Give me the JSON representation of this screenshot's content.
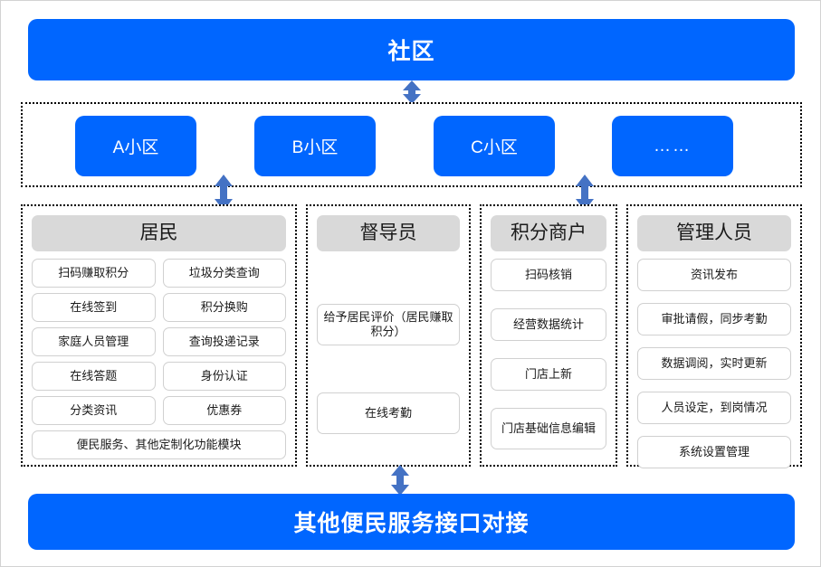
{
  "colors": {
    "accent_blue": "#0066FF",
    "header_gray": "#D9D9D9",
    "pill_border": "#D0D0D0",
    "arrow_blue": "#4472C4"
  },
  "top_banner": {
    "label": "社区"
  },
  "bottom_banner": {
    "label": "其他便民服务接口对接"
  },
  "estates": [
    {
      "label": "A小区"
    },
    {
      "label": "B小区"
    },
    {
      "label": "C小区"
    },
    {
      "label": "……"
    }
  ],
  "roles": [
    {
      "title": "居民",
      "items": [
        "扫码赚取积分",
        "垃圾分类查询",
        "在线签到",
        "积分换购",
        "家庭人员管理",
        "查询投递记录",
        "在线答题",
        "身份认证",
        "分类资讯",
        "优惠券",
        "便民服务、其他定制化功能模块"
      ]
    },
    {
      "title": "督导员",
      "items": [
        "给予居民评价（居民赚取积分）",
        "在线考勤"
      ]
    },
    {
      "title": "积分商户",
      "items": [
        "扫码核销",
        "经营数据统计",
        "门店上新",
        "门店基础信息编辑"
      ]
    },
    {
      "title": "管理人员",
      "items": [
        "资讯发布",
        "审批请假，同步考勤",
        "数据调阅，实时更新",
        "人员设定，到岗情况",
        "系统设置管理"
      ]
    }
  ],
  "connectors": [
    {
      "name": "community-to-estates",
      "kind": "double-arrow-vertical"
    },
    {
      "name": "estates-to-residents",
      "kind": "double-arrow-vertical"
    },
    {
      "name": "estates-to-merchant",
      "kind": "double-arrow-vertical"
    },
    {
      "name": "roles-to-other-services",
      "kind": "double-arrow-vertical"
    }
  ]
}
